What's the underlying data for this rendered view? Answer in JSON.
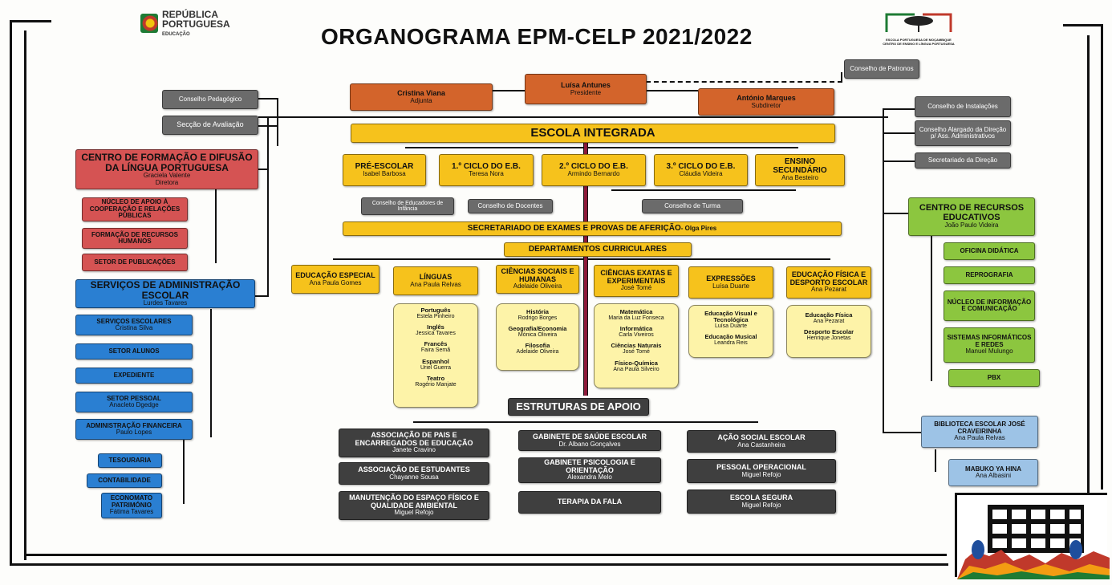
{
  "title": "ORGANOGRAMA EPM-CELP 2021/2022",
  "logo": {
    "line1": "REPÚBLICA",
    "line2": "PORTUGUESA",
    "line3": "EDUCAÇÃO"
  },
  "school_logo": {
    "line1": "ESCOLA PORTUGUESA DE MOÇAMBIQUE",
    "line2": "CENTRO DE ENSINO E LÍNGUA PORTUGUESA"
  },
  "top": {
    "presidente": {
      "name": "Luísa Antunes",
      "role": "Presidente"
    },
    "adjunta": {
      "name": "Cristina Viana",
      "role": "Adjunta"
    },
    "subdiretor": {
      "name": "António Marques",
      "role": "Subdiretor"
    },
    "patronos": "Conselho de Patronos"
  },
  "left_top": {
    "pedagogico": "Conselho Pedagógico",
    "avaliacao": "Secção de Avaliação"
  },
  "right_top": {
    "instalacoes": "Conselho de Instalações",
    "alargado": "Conselho Alargado da Direção p/ Ass. Administrativos",
    "secretariado": "Secretariado da Direção"
  },
  "escola": "ESCOLA INTEGRADA",
  "ciclos": [
    {
      "name": "PRÉ-ESCOLAR",
      "person": "Isabel Barbosa"
    },
    {
      "name": "1.º CICLO DO E.B.",
      "person": "Teresa Nora"
    },
    {
      "name": "2.º CICLO DO E.B.",
      "person": "Armindo Bernardo"
    },
    {
      "name": "3.º CICLO DO E.B.",
      "person": "Cláudia Videira"
    },
    {
      "name": "ENSINO SECUNDÁRIO",
      "person": "Ana Besteiro"
    }
  ],
  "conselhos": {
    "educadores": "Conselho de Educadores de Infância",
    "docentes": "Conselho de Docentes",
    "turma": "Conselho de Turma"
  },
  "secretariado_exames": {
    "label": "SECRETARIADO DE EXAMES E PROVAS DE AFERIÇÃO",
    "person": " - Olga Pires"
  },
  "departamentos_label": "DEPARTAMENTOS CURRICULARES",
  "departamentos": [
    {
      "name": "EDUCAÇÃO ESPECIAL",
      "person": "Ana Paula Gomes"
    },
    {
      "name": "LÍNGUAS",
      "person": "Ana Paula Relvas"
    },
    {
      "name": "CIÊNCIAS SOCIAIS E HUMANAS",
      "person": "Adelaide Oliveira"
    },
    {
      "name": "CIÊNCIAS EXATAS E EXPERIMENTAIS",
      "person": "José Tomé"
    },
    {
      "name": "EXPRESSÕES",
      "person": "Luísa Duarte"
    },
    {
      "name": "EDUCAÇÃO FÍSICA E DESPORTO ESCOLAR",
      "person": "Ana Pezarat"
    }
  ],
  "subjects": {
    "linguas": [
      {
        "s": "Português",
        "p": "Estela Pinheiro"
      },
      {
        "s": "Inglês",
        "p": "Jessica Tavares"
      },
      {
        "s": "Francês",
        "p": "Faira Semã"
      },
      {
        "s": "Espanhol",
        "p": "Uriel Guerra"
      },
      {
        "s": "Teatro",
        "p": "Rogério Manjate"
      }
    ],
    "sociais": [
      {
        "s": "História",
        "p": "Rodrigo Borges"
      },
      {
        "s": "Geografia/Economia",
        "p": "Mónica Oliveira"
      },
      {
        "s": "Filosofia",
        "p": "Adelaide Oliveira"
      }
    ],
    "exatas": [
      {
        "s": "Matemática",
        "p": "Maria da Luz Fonseca"
      },
      {
        "s": "Informática",
        "p": "Carla Viveiros"
      },
      {
        "s": "Ciências Naturais",
        "p": "José Tomé"
      },
      {
        "s": "Físico-Química",
        "p": "Ana Paula Silveiro"
      }
    ],
    "expressoes": [
      {
        "s": "Educação Visual e Tecnológica",
        "p": "Luísa Duarte"
      },
      {
        "s": "Educação Musical",
        "p": "Leandra Reis"
      }
    ],
    "fisica": [
      {
        "s": "Educação Física",
        "p": "Ana Pezarat"
      },
      {
        "s": "Desporto Escolar",
        "p": "Henrique Jonetas"
      }
    ]
  },
  "centro_formacao": {
    "name": "CENTRO DE FORMAÇÃO E DIFUSÃO DA LÍNGUA PORTUGUESA",
    "person": "Graciela Valente",
    "role": "Diretora"
  },
  "formacao_sub": [
    "NÚCLEO DE APOIO À COOPERAÇÃO E RELAÇÕES PÚBLICAS",
    "FORMAÇÃO DE RECURSOS HUMANOS",
    "SETOR DE PUBLICAÇÕES"
  ],
  "sase": {
    "name": "SERVIÇOS DE ADMINISTRAÇÃO ESCOLAR",
    "person": "Lurdes Tavares"
  },
  "sase_sub": [
    {
      "n": "SERVIÇOS ESCOLARES",
      "p": "Cristina Silva"
    },
    {
      "n": "SETOR ALUNOS",
      "p": ""
    },
    {
      "n": "EXPEDIENTE",
      "p": ""
    },
    {
      "n": "SETOR PESSOAL",
      "p": "Anacleto Dgedge"
    },
    {
      "n": "ADMINISTRAÇÃO FINANCEIRA",
      "p": "Paulo Lopes"
    }
  ],
  "fin_sub": [
    {
      "n": "TESOURARIA",
      "p": ""
    },
    {
      "n": "CONTABILIDADE",
      "p": ""
    },
    {
      "n": "ECONOMATO PATRIMÓNIO",
      "p": "Fátima Tavares"
    }
  ],
  "cre": {
    "name": "CENTRO DE RECURSOS EDUCATIVOS",
    "person": "João Paulo Videira"
  },
  "cre_sub": [
    {
      "n": "OFICINA DIDÁTICA",
      "p": ""
    },
    {
      "n": "REPROGRAFIA",
      "p": ""
    },
    {
      "n": "NÚCLEO DE INFORMAÇÃO E COMUNICAÇÃO",
      "p": ""
    },
    {
      "n": "SISTEMAS INFORMÁTICOS E REDES",
      "p": "Manuel Mulungo"
    },
    {
      "n": "PBX",
      "p": ""
    }
  ],
  "biblioteca": {
    "name": "BIBLIOTECA ESCOLAR JOSÉ CRAVEIRINHA",
    "person": "Ana Paula Relvas"
  },
  "mabuko": {
    "name": "MABUKO YA HINA",
    "person": "Ana Albasini"
  },
  "estruturas_label": "ESTRUTURAS DE APOIO",
  "estruturas": [
    {
      "n": "ASSOCIAÇÃO DE PAIS E ENCARREGADOS DE EDUCAÇÃO",
      "p": "Janete Cravino"
    },
    {
      "n": "ASSOCIAÇÃO DE ESTUDANTES",
      "p": "Chayanne Sousa"
    },
    {
      "n": "MANUTENÇÃO DO ESPAÇO FÍSICO E QUALIDADE AMBIENTAL",
      "p": "Miguel Refojo"
    },
    {
      "n": "GABINETE DE SAÚDE ESCOLAR",
      "p": "Dr. Albano Gonçalves"
    },
    {
      "n": "GABINETE PSICOLOGIA E ORIENTAÇÃO",
      "p": "Alexandra Melo"
    },
    {
      "n": "TERAPIA DA FALA",
      "p": ""
    },
    {
      "n": "AÇÃO SOCIAL ESCOLAR",
      "p": "Ana Castanheira"
    },
    {
      "n": "PESSOAL OPERACIONAL",
      "p": "Miguel Refojo"
    },
    {
      "n": "ESCOLA SEGURA",
      "p": "Miguel Refojo"
    }
  ]
}
